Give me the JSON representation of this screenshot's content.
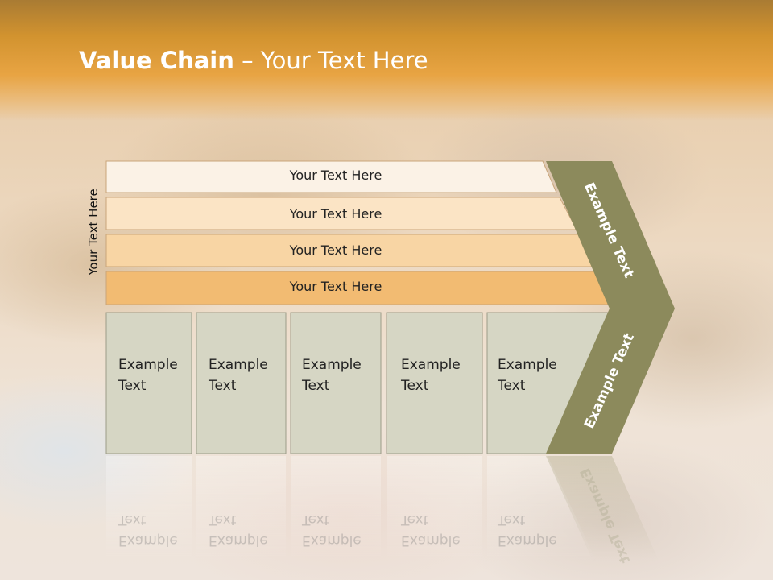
{
  "slide": {
    "title_bold": "Value Chain",
    "title_rest": " – Your Text Here",
    "side_label": "Your Text Here"
  },
  "rows": [
    {
      "label": "Your Text Here",
      "color": "#fbf2e6"
    },
    {
      "label": "Your Text Here",
      "color": "#fbe4c5"
    },
    {
      "label": "Your Text Here",
      "color": "#f8d5a4"
    },
    {
      "label": "Your Text Here",
      "color": "#f2bb72"
    }
  ],
  "boxes": [
    {
      "line1": "Example",
      "line2": "Text"
    },
    {
      "line1": "Example",
      "line2": "Text"
    },
    {
      "line1": "Example",
      "line2": "Text"
    },
    {
      "line1": "Example",
      "line2": "Text"
    },
    {
      "line1": "Example",
      "line2": "Text"
    }
  ],
  "chevron": {
    "top_text": "Example Text",
    "bottom_text": "Example Text",
    "color": "#8c8a5c",
    "box_color": "#d6d6c4"
  }
}
